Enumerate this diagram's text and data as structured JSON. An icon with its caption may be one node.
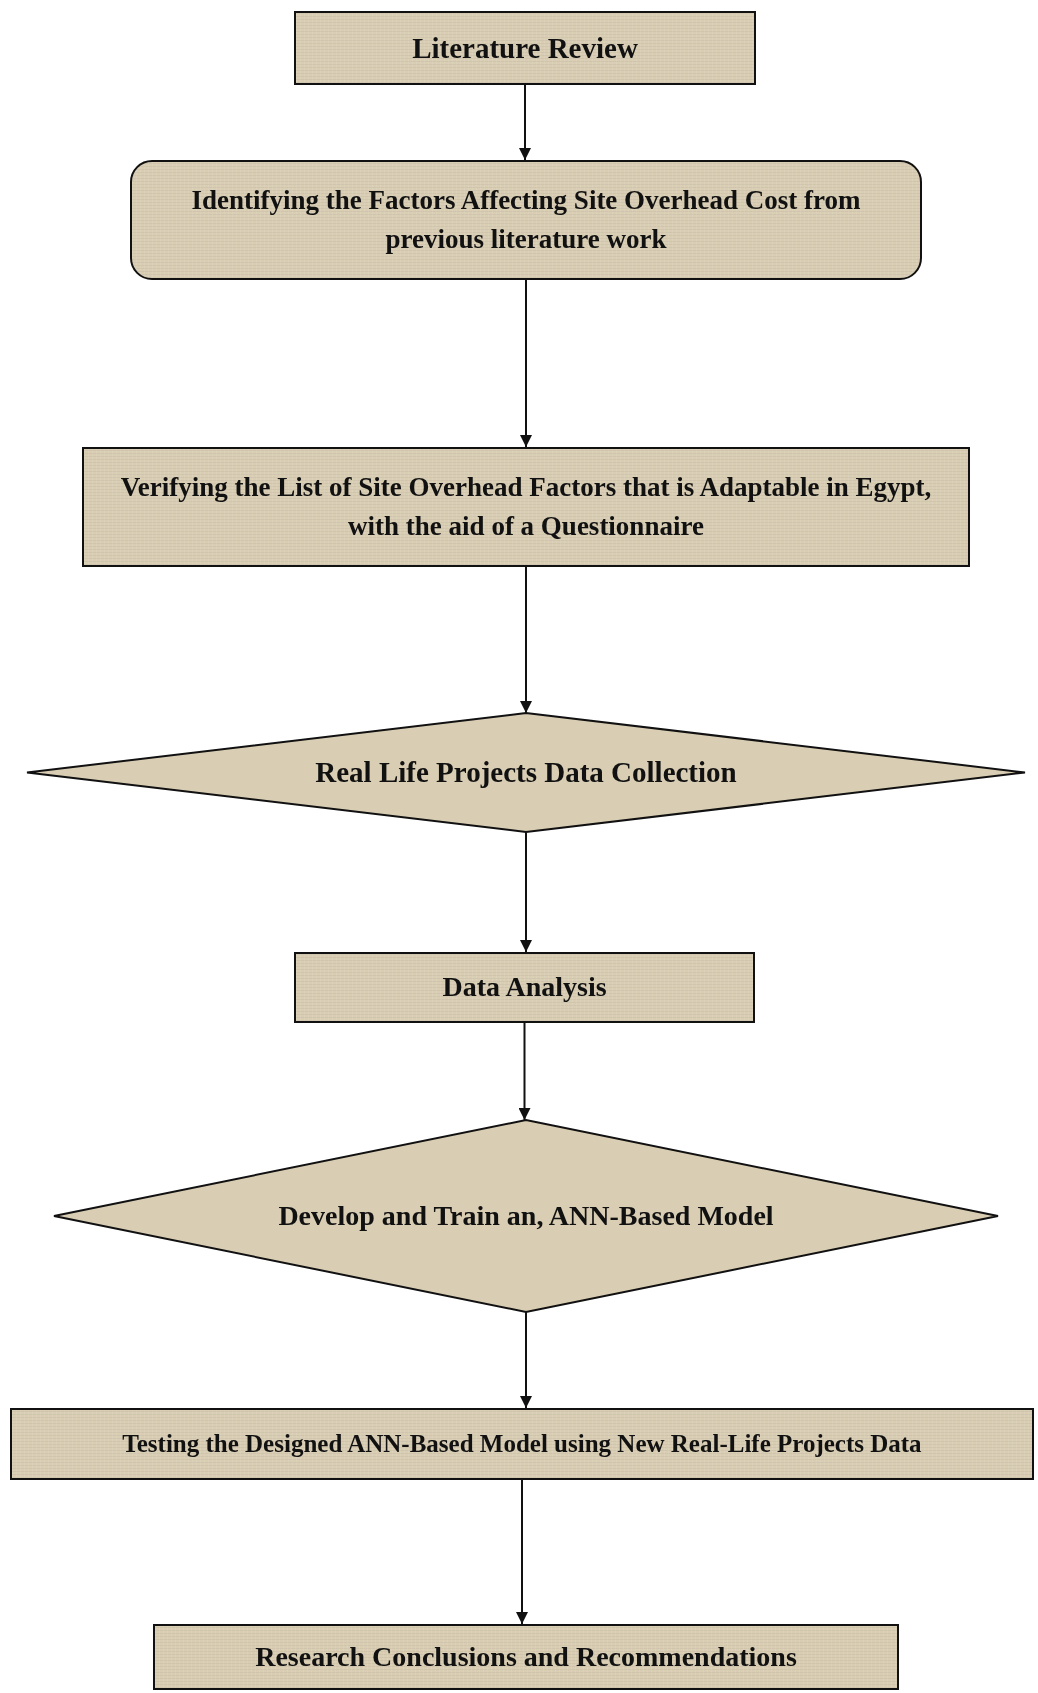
{
  "diagram": {
    "nodes": [
      {
        "text": [
          "Literature Review"
        ]
      },
      {
        "text": [
          "Identifying the Factors Affecting Site Overhead Cost from previous literature work"
        ]
      },
      {
        "text": [
          "Verifying the List of Site Overhead Factors that is Adaptable in Egypt, with the aid of a Questionnaire"
        ]
      },
      {
        "text": [
          "Real Life Projects Data Collection"
        ]
      },
      {
        "text": [
          "Data Analysis"
        ]
      },
      {
        "text": [
          "Develop and Train an, ANN-Based Model"
        ]
      },
      {
        "text": [
          "Testing the Designed ANN-Based Model using New Real-Life Projects Data"
        ]
      },
      {
        "text": [
          "Research Conclusions and Recommendations"
        ]
      }
    ],
    "edges": [
      {
        "from": 0,
        "to": 1,
        "arrow": "to"
      },
      {
        "from": 1,
        "to": 2,
        "arrow": "to"
      },
      {
        "from": 2,
        "to": 3,
        "arrow": "to"
      },
      {
        "from": 3,
        "to": 4,
        "arrow": "to"
      },
      {
        "from": 4,
        "to": 5,
        "arrow": "to"
      },
      {
        "from": 5,
        "to": 6,
        "arrow": "to"
      },
      {
        "from": 6,
        "to": 7,
        "arrow": "to"
      }
    ]
  }
}
